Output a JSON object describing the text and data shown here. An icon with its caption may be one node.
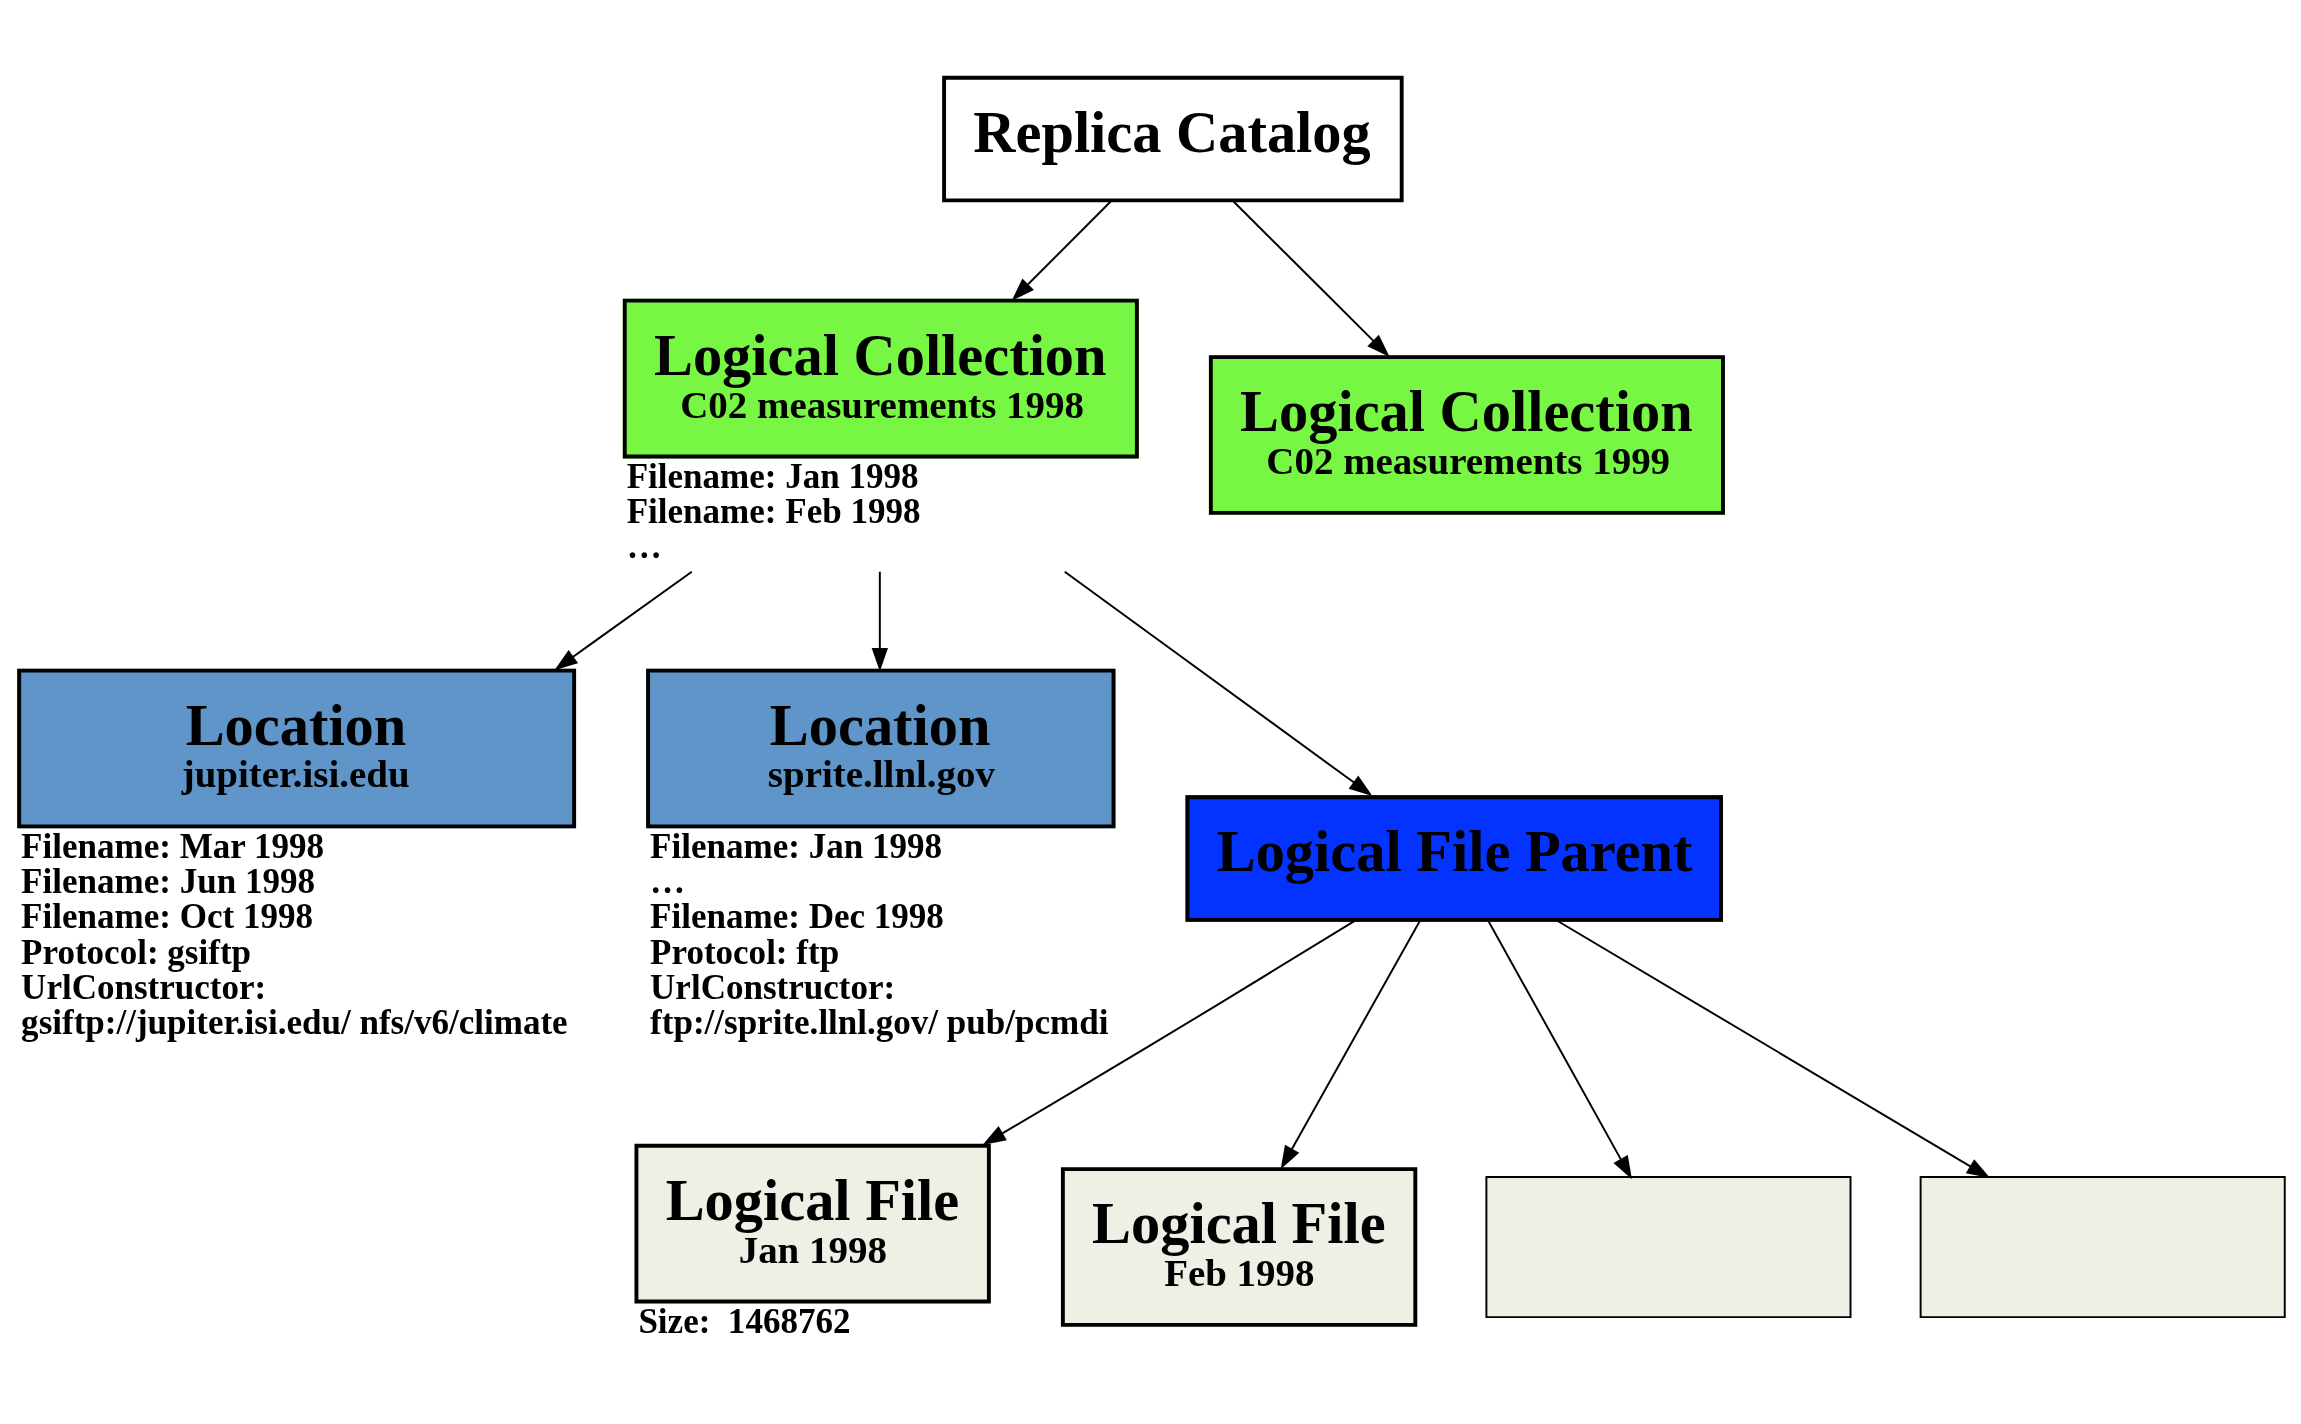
{
  "diagram": {
    "nodes": [
      {
        "text": [
          "Replica Catalog"
        ]
      },
      {
        "text": [
          "Logical Collection",
          "C02 measurements 1998"
        ],
        "beside": [
          "Filename: Jan 1998",
          "Filename: Feb 1998",
          "…"
        ]
      },
      {
        "text": [
          "Logical Collection",
          "C02 measurements 1999"
        ]
      },
      {
        "text": [
          "Location",
          "jupiter.isi.edu"
        ],
        "beside": [
          "Filename: Mar 1998",
          "Filename: Jun 1998",
          "Filename: Oct 1998",
          "Protocol: gsiftp",
          "UrlConstructor:",
          "gsiftp://jupiter.isi.edu/ nfs/v6/climate"
        ]
      },
      {
        "text": [
          "Location",
          "sprite.llnl.gov"
        ],
        "beside": [
          "Filename: Jan 1998",
          "…",
          "Filename: Dec 1998",
          "Protocol: ftp",
          "UrlConstructor:",
          "ftp://sprite.llnl.gov/ pub/pcmdi"
        ]
      },
      {
        "text": [
          "Logical File Parent"
        ]
      },
      {
        "text": [
          "Logical File",
          "Jan 1998"
        ],
        "beside": [
          "Size:  1468762"
        ]
      },
      {
        "text": [
          "Logical File",
          "Feb 1998"
        ]
      },
      {
        "text": [],
        "shape": "box"
      },
      {
        "text": [],
        "shape": "box"
      }
    ],
    "edges": [
      {
        "from": 0,
        "to": 1,
        "arrow": "to"
      },
      {
        "from": 0,
        "to": 2,
        "arrow": "to"
      },
      {
        "from": 1,
        "to": 3,
        "arrow": "to"
      },
      {
        "from": 1,
        "to": 4,
        "arrow": "to"
      },
      {
        "from": 1,
        "to": 5,
        "arrow": "to"
      },
      {
        "from": 5,
        "to": 6,
        "arrow": "to"
      },
      {
        "from": 5,
        "to": 7,
        "arrow": "to"
      },
      {
        "from": 5,
        "to": 8,
        "arrow": "to"
      },
      {
        "from": 5,
        "to": 9,
        "arrow": "to"
      }
    ]
  }
}
